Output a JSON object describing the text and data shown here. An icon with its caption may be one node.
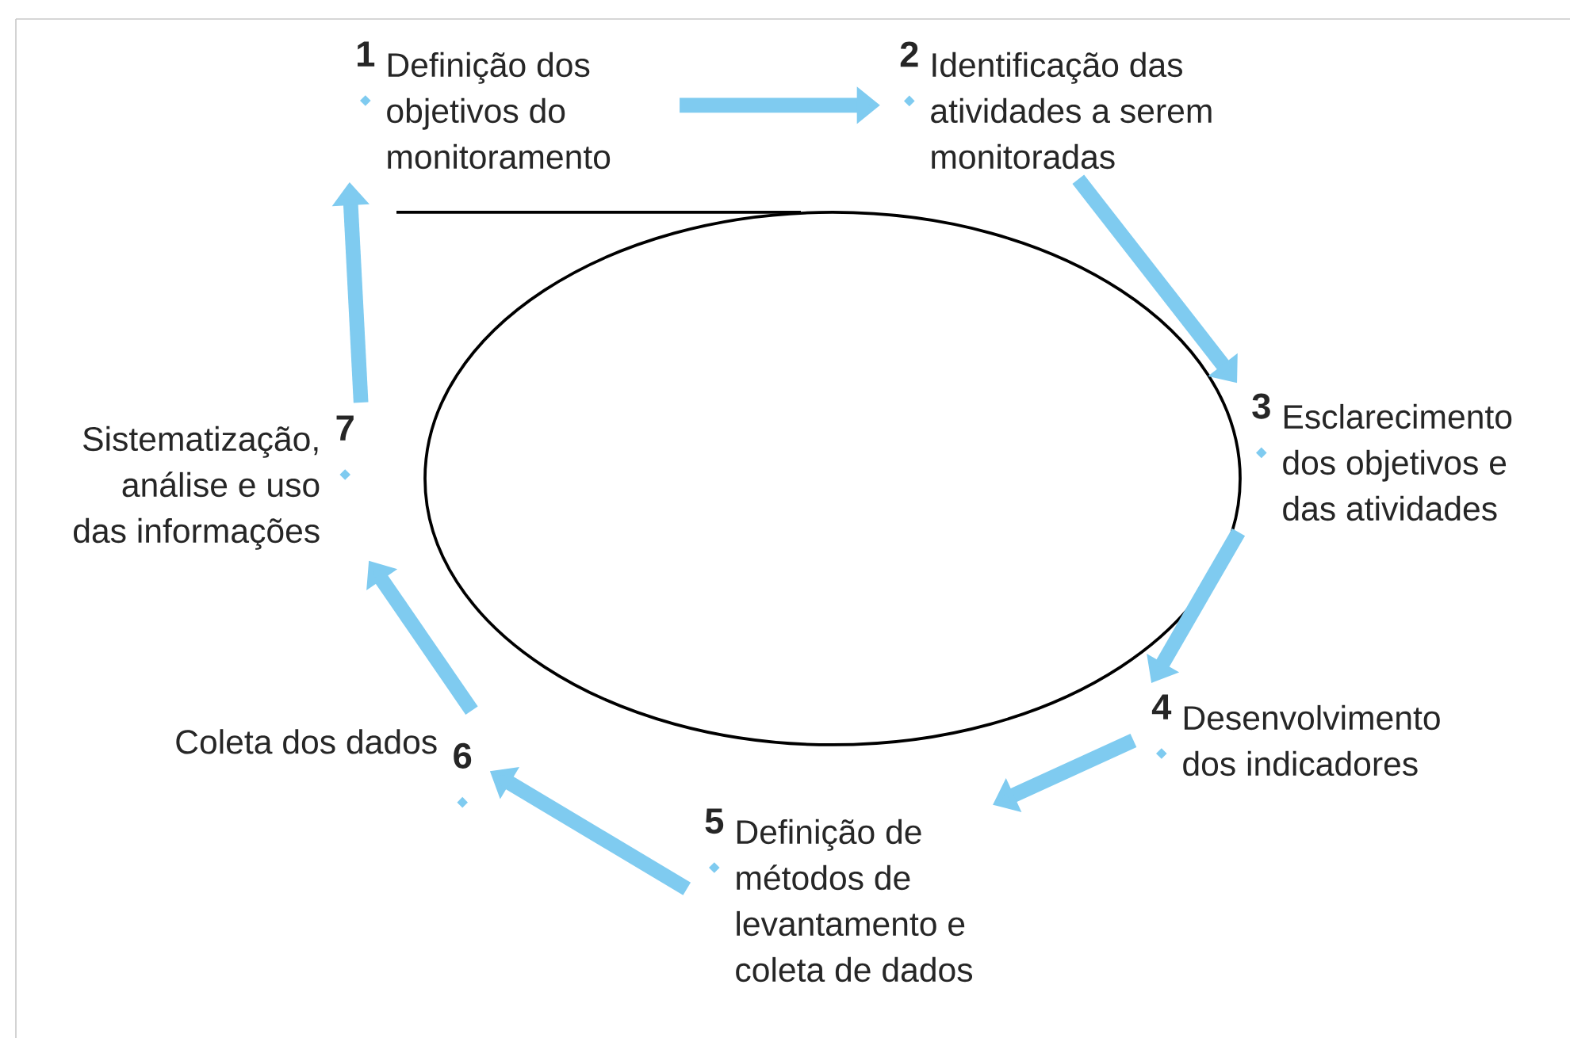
{
  "diagram": {
    "nodes": [
      {
        "text": [
          "1",
          "Definição dos objetivos do monitoramento"
        ]
      },
      {
        "text": [
          "2",
          "Identificação das atividades a serem monitoradas"
        ]
      },
      {
        "text": [
          "3",
          "Esclarecimento dos objetivos e das atividades"
        ]
      },
      {
        "text": [
          "4",
          "Desenvolvimento dos indicadores"
        ]
      },
      {
        "text": [
          "5",
          "Definição de métodos de levantamento e coleta de dados"
        ]
      },
      {
        "text": [
          "6",
          "Coleta dos dados"
        ]
      },
      {
        "text": [
          "7",
          "Sistematização, análise e uso das informações"
        ]
      }
    ],
    "edges": [
      {
        "from": 0,
        "to": 1,
        "arrow": "to"
      },
      {
        "from": 1,
        "to": 2,
        "arrow": "to"
      },
      {
        "from": 2,
        "to": 3,
        "arrow": "to"
      },
      {
        "from": 3,
        "to": 4,
        "arrow": "to"
      },
      {
        "from": 4,
        "to": 5,
        "arrow": "to"
      },
      {
        "from": 5,
        "to": 6,
        "arrow": "to"
      },
      {
        "from": 6,
        "to": 0,
        "arrow": "to"
      }
    ]
  }
}
